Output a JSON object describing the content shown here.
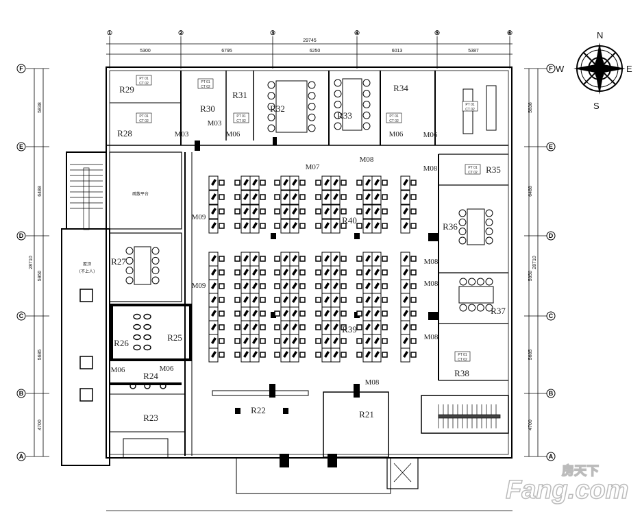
{
  "plan": {
    "total_width": "29745",
    "total_height": "28710",
    "column_axes": [
      "①",
      "②",
      "③",
      "④",
      "⑤",
      "⑥"
    ],
    "column_spans": [
      "5300",
      "6795",
      "6250",
      "6013",
      "5387"
    ],
    "row_axes": [
      "F",
      "E",
      "D",
      "C",
      "B",
      "A"
    ],
    "row_spans": [
      "5838",
      "6488",
      "5950",
      "5685",
      "4700"
    ]
  },
  "rooms": [
    "R29",
    "R28",
    "R30",
    "R31",
    "R32",
    "R33",
    "R34",
    "R35",
    "R40",
    "R39",
    "R36",
    "R37",
    "R38",
    "R27",
    "R26",
    "R25",
    "R24",
    "R23",
    "R22",
    "R21"
  ],
  "doors": [
    "M03",
    "M03",
    "M06",
    "M07",
    "M08",
    "M06",
    "M06",
    "M08",
    "M09",
    "M09",
    "M08",
    "M08",
    "M08",
    "M06",
    "M06",
    "M08"
  ],
  "annotations": {
    "evac_platform": "疏散平台",
    "roof": "屋顶",
    "roof_note": "(不上人)",
    "pt_tag": "PT 01",
    "ct_tag": "CT 02"
  },
  "compass": {
    "n": "N",
    "e": "E",
    "s": "S",
    "w": "W"
  },
  "watermark": {
    "brand": "Fang.com",
    "cn": "房天下"
  }
}
